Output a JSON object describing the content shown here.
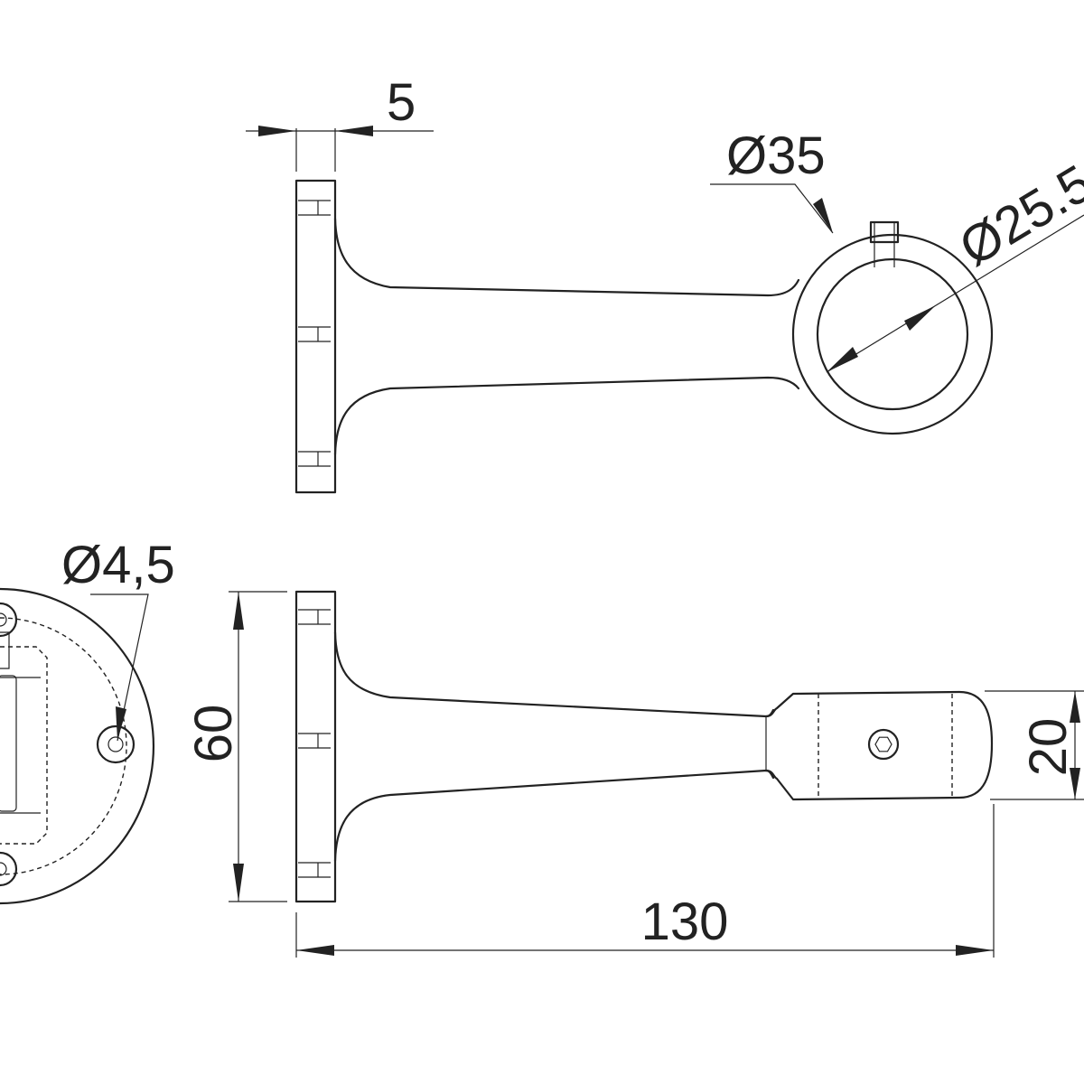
{
  "drawing": {
    "colors": {
      "line": "#222222",
      "background": "#ffffff"
    },
    "dimensions": {
      "flange_thickness": "5",
      "ring_outer_diameter": "Ø35",
      "ring_inner_diameter": "Ø25.5",
      "screw_hole_diameter": "Ø4,5",
      "flange_height": "60",
      "clamp_width": "20",
      "total_length": "130"
    }
  }
}
